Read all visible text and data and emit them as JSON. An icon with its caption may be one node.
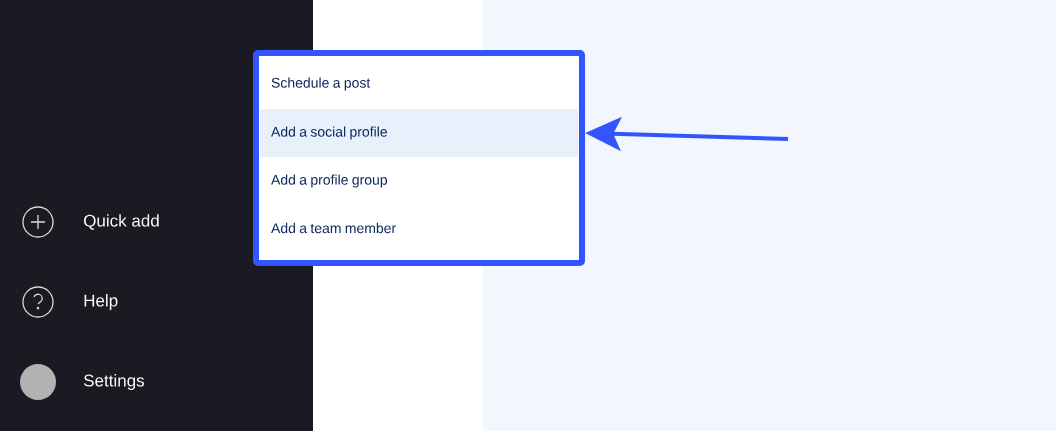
{
  "diagram": {
    "nodes": [
      {
        "text": [],
        "shape": "box"
      },
      {
        "text": [
          "Schedule a post"
        ],
        "in": 0
      },
      {
        "text": [
          "Add a social profile"
        ],
        "in": 0
      },
      {
        "text": [
          "Add a profile group"
        ],
        "in": 0
      },
      {
        "text": [
          "Add a team member"
        ],
        "in": 0
      }
    ],
    "edges": [
      {
        "from": null,
        "to": 2,
        "arrow": "to"
      }
    ],
    "labels": [
      "Quick add",
      "Help",
      "Settings"
    ]
  }
}
